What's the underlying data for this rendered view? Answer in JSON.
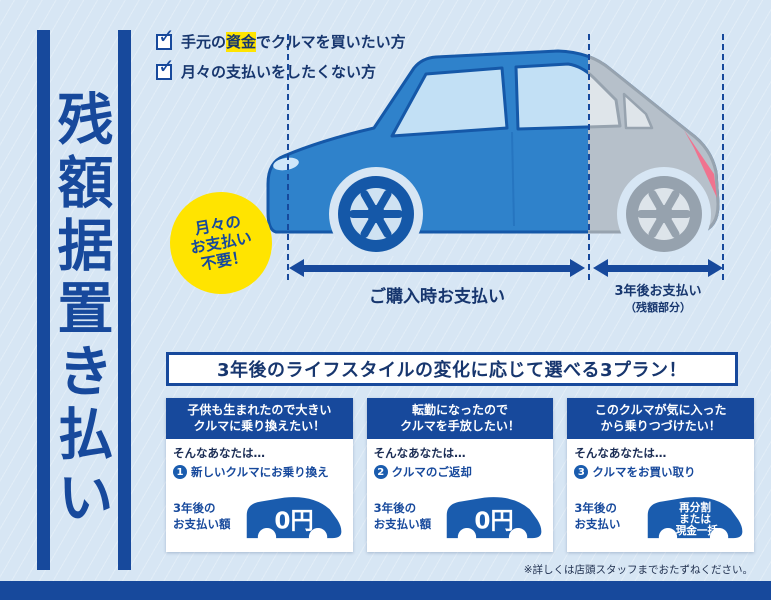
{
  "colors": {
    "navy": "#17499c",
    "deep_navy": "#17366e",
    "yellow": "#ffe400",
    "background": "#d7e6f4",
    "car_blue": "#2f82cb",
    "car_gray": "#b6c0ca",
    "taillight_pink": "#f0738f",
    "white": "#ffffff"
  },
  "icons": {
    "check": "✓"
  },
  "poster": {
    "vertical_title": "残額据置き払い",
    "footnote": "※詳しくは店頭スタッフまでおたずねください。"
  },
  "checklist": {
    "item1_pre": "手元の",
    "item1_highlight": "資金",
    "item1_post": "でクルマを買いたい方",
    "item2": "月々の支払いをしたくない方"
  },
  "monthly_badge": {
    "line1": "月々の",
    "line2": "お支払い",
    "line3": "不要！"
  },
  "payment_timeline": {
    "purchase_label": "ご購入時お支払い",
    "residual_label": "3年後お支払い",
    "residual_sub": "（残額部分）"
  },
  "banner": "3年後のライフスタイルの変化に応じて選べる3プラン！",
  "plans": [
    {
      "header1": "子供も生まれたので大きい",
      "header2": "クルマに乗り換えたい！",
      "lead": "そんなあなたは…",
      "action_num": "1",
      "action": "新しいクルマにお乗り換え",
      "pay1": "3年後の",
      "pay2": "お支払い額",
      "amount": "0円"
    },
    {
      "header1": "転勤になったので",
      "header2": "クルマを手放したい！",
      "lead": "そんなあなたは…",
      "action_num": "2",
      "action": "クルマのご返却",
      "pay1": "3年後の",
      "pay2": "お支払い額",
      "amount": "0円"
    },
    {
      "header1": "このクルマが気に入った",
      "header2": "から乗りつづけたい！",
      "lead": "そんなあなたは…",
      "action_num": "3",
      "action": "クルマをお買い取り",
      "pay1": "3年後の",
      "pay2": "お支払い",
      "amount1": "再分割",
      "amount2": "または",
      "amount3": "現金一括"
    }
  ]
}
